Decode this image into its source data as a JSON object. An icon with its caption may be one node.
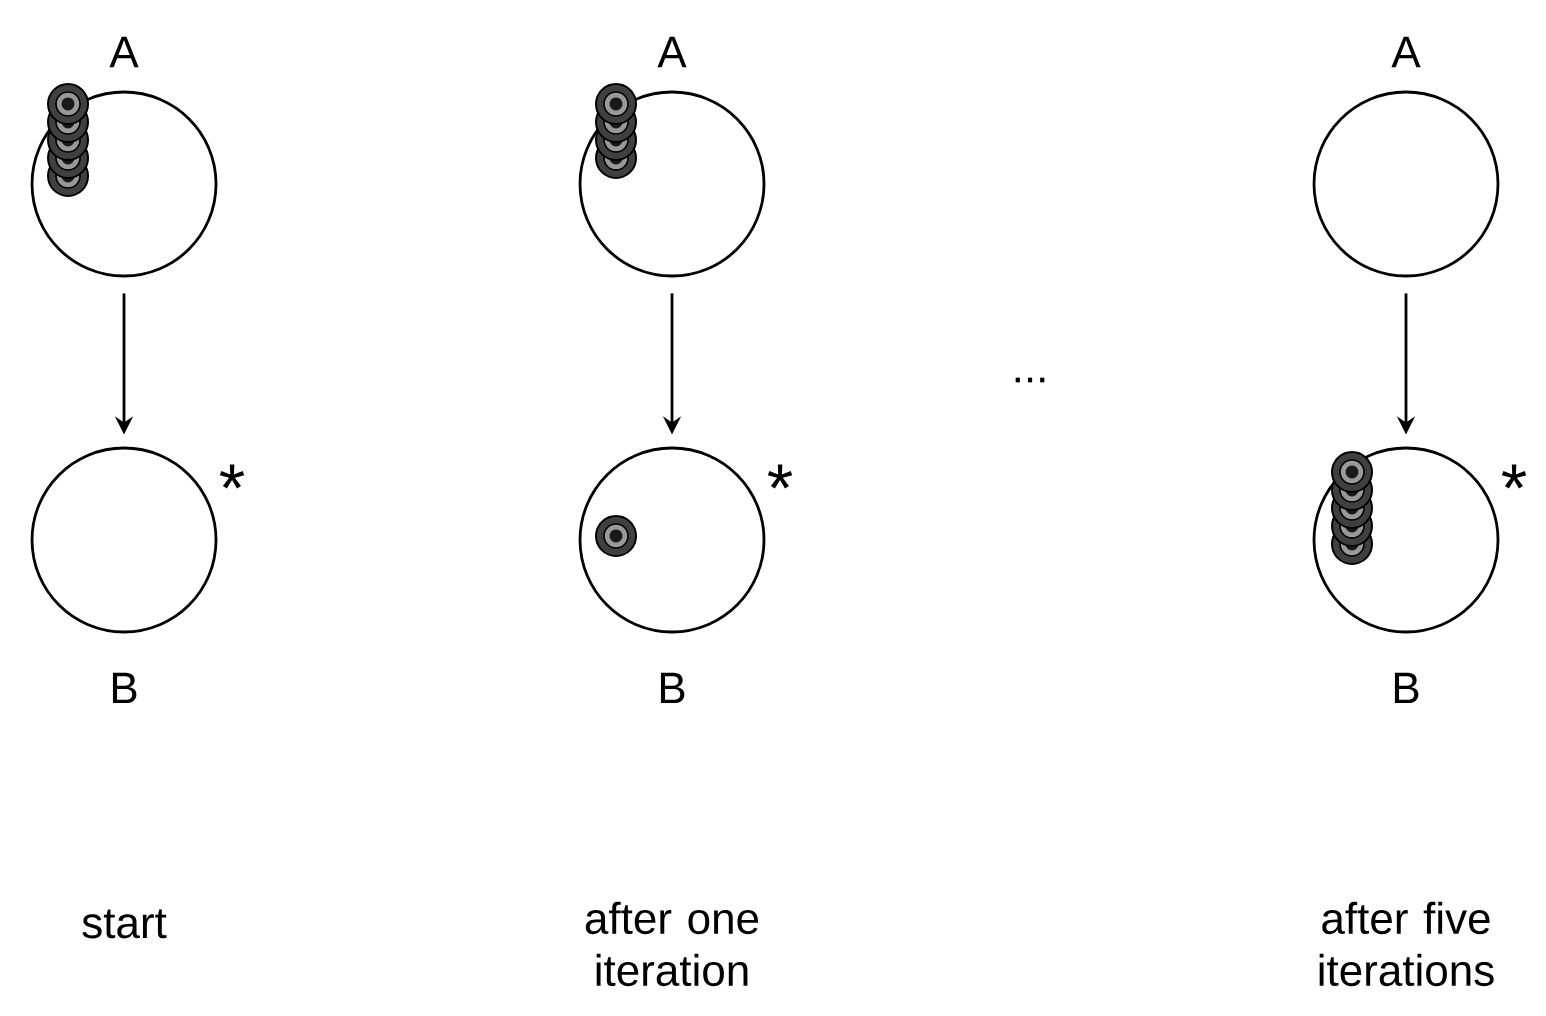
{
  "diagram": {
    "nodes": [
      {
        "text": [
          "A"
        ]
      },
      {
        "text": [
          "B"
        ],
        "beside": [
          "*"
        ]
      },
      {
        "text": [
          "A"
        ]
      },
      {
        "text": [
          "B"
        ],
        "beside": [
          "*"
        ]
      },
      {
        "text": [
          "A"
        ]
      },
      {
        "text": [
          "B"
        ],
        "beside": [
          "*"
        ]
      }
    ],
    "edges": [
      {
        "from": 0,
        "to": 1,
        "arrow": "to"
      },
      {
        "from": 2,
        "to": 3,
        "arrow": "to"
      },
      {
        "from": 4,
        "to": 5,
        "arrow": "to"
      }
    ],
    "labels": [
      "...",
      "start",
      "after one iteration",
      "after five iterations"
    ]
  }
}
